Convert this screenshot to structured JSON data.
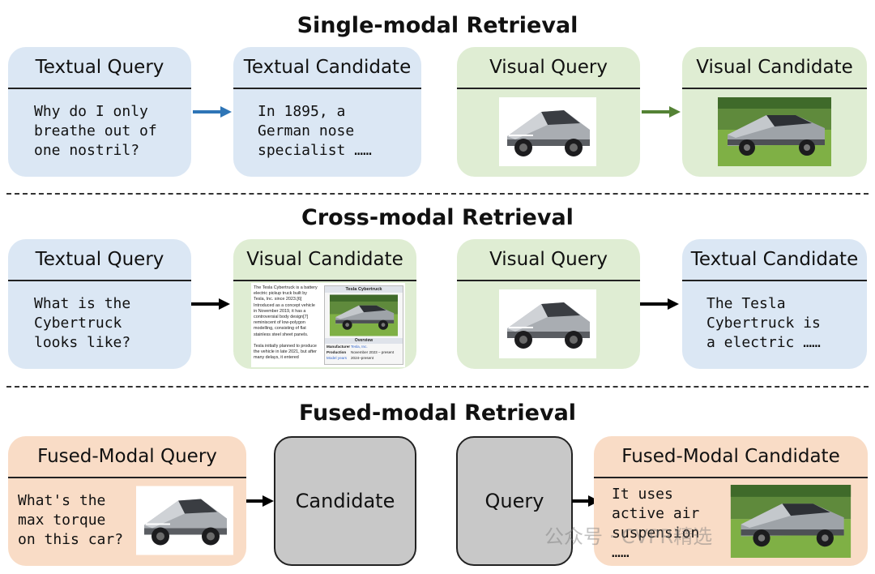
{
  "sections": {
    "single": "Single-modal Retrieval",
    "cross": "Cross-modal Retrieval",
    "fused": "Fused-modal Retrieval"
  },
  "single": {
    "textual_query": {
      "header": "Textual Query",
      "text": "Why do I only\nbreathe out of\none nostril?"
    },
    "textual_candidate": {
      "header": "Textual Candidate",
      "text": "In 1895, a\nGerman nose\nspecialist ……"
    },
    "visual_query": {
      "header": "Visual Query"
    },
    "visual_candidate": {
      "header": "Visual Candidate"
    }
  },
  "cross": {
    "textual_query": {
      "header": "Textual Query",
      "text": "What is the\nCybertruck\nlooks like?"
    },
    "visual_candidate": {
      "header": "Visual Candidate",
      "wiki_text": "The Tesla Cybertruck is a battery\nelectric pickup truck built by\nTesla, Inc. since 2023.[6]\nIntroduced as a concept vehicle\nin November 2019, it has a\ncontroversial body design[7]\nreminiscent of low-polygon\nmodelling, consisting of flat\nstainless steel sheet panels.\n\nTesla initially planned to produce\nthe vehicle in late 2021, but after\nmany delays, it entered",
      "infobox_title": "Tesla Cybertruck",
      "infobox_overview": "Overview",
      "infobox_rows": [
        {
          "key": "Manufacturer",
          "value": "Tesla, Inc."
        },
        {
          "key": "Production",
          "value": "November 2023 – present"
        },
        {
          "key": "Model years",
          "value": "2024–present"
        }
      ]
    },
    "visual_query": {
      "header": "Visual Query"
    },
    "textual_candidate": {
      "header": "Textual Candidate",
      "text": "The Tesla\nCybertruck is\na electric ……"
    }
  },
  "fused": {
    "query": {
      "header": "Fused-Modal Query",
      "text": "What's the\nmax torque\non this car?"
    },
    "candidate_box": "Candidate",
    "query_box": "Query",
    "candidate": {
      "header": "Fused-Modal Candidate",
      "text": "It uses\nactive air\nsuspension\n……"
    }
  },
  "watermark": "公众号 · CVPR精选",
  "colors": {
    "blue": "#dbe7f4",
    "green": "#dfedd3",
    "peach": "#f9dcc6",
    "gray": "#c8c8c8",
    "arrow_blue": "#2e75b6",
    "arrow_green": "#548235",
    "arrow_black": "#000000"
  }
}
